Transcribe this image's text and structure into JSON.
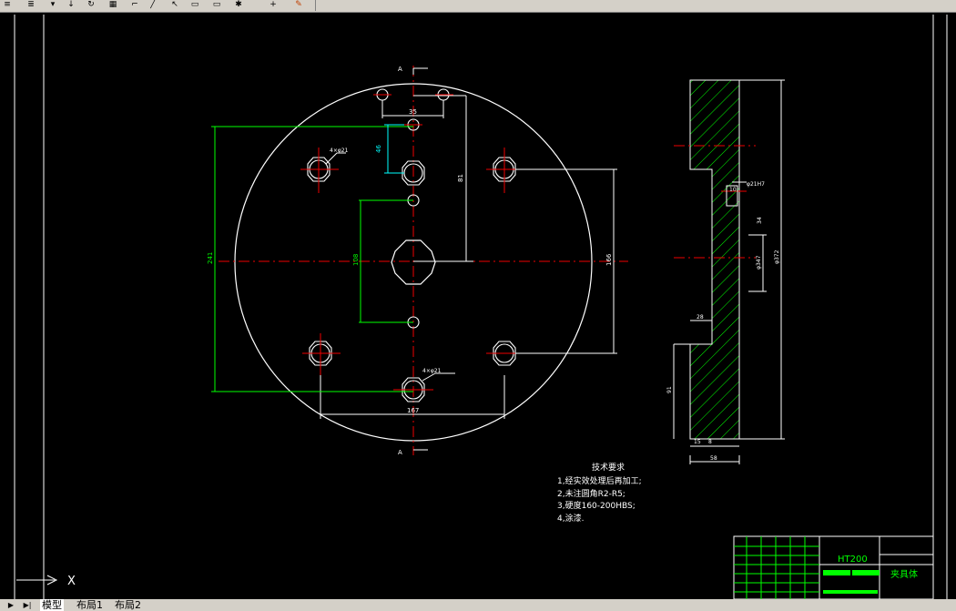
{
  "toolbar": {
    "icons": [
      "align-icon",
      "align-center-icon",
      "drop-icon",
      "arrow-down-icon",
      "rotate-icon",
      "block-icon",
      "crop-icon",
      "line-icon",
      "cursor-icon",
      "rect-icon",
      "rect2-icon",
      "star-icon",
      "plus-icon",
      "paint-icon"
    ]
  },
  "drawing": {
    "section_label_top": "A",
    "section_label_bottom": "A",
    "dim_35": "35",
    "dim_46": "46",
    "dim_81": "81",
    "dim_241": "241",
    "dim_108": "108",
    "dim_166": "166",
    "dim_167": "167",
    "hole_note_1": "4×φ21",
    "hole_note_2": "4×φ21",
    "side_dim_10": "10",
    "side_dim_34": "34",
    "side_dim_28": "28",
    "side_dim_91": "91",
    "side_dim_15": "15",
    "side_dim_8": "8",
    "side_dim_58": "58",
    "side_dim_dia1": "φ21H7",
    "side_dim_dia2": "φ347",
    "side_dim_dia3": "φ372"
  },
  "tech": {
    "title": "技术要求",
    "items": [
      "1,经实效处理后再加工;",
      "2,未注圆角R2-R5;",
      "3,硬度160-200HBS;",
      "4,涂漆."
    ]
  },
  "title_block": {
    "material": "HT200",
    "part_name": "夹具体"
  },
  "ucs": {
    "x_label": "X"
  },
  "tabs": {
    "model": "模型",
    "layout1": "布局1",
    "layout2": "布局2"
  }
}
